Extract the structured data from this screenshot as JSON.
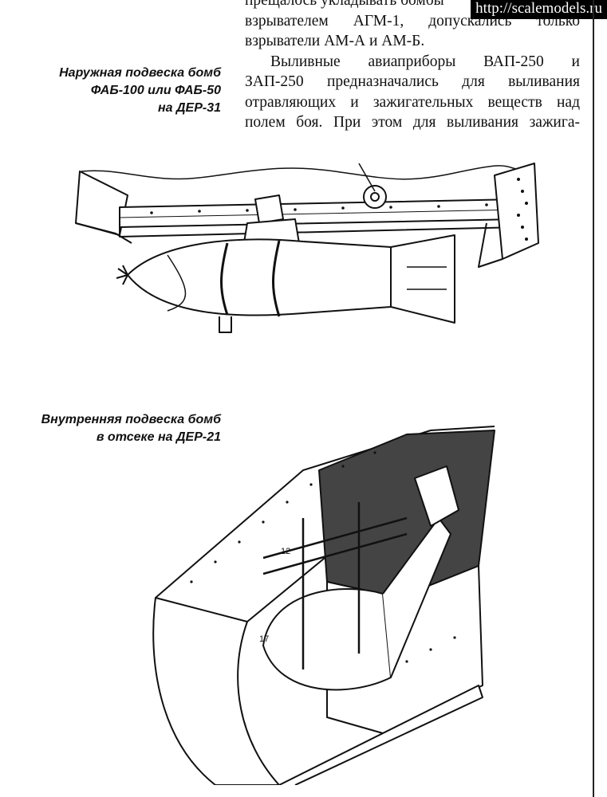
{
  "watermark": "http://scalemodels.ru",
  "body_text": {
    "line1": "прещалось укладывать бомбы",
    "line2": "взрывателем АГМ-1, допускались только",
    "line3": "взрыватели АМ-А и АМ-Б.",
    "line4": "Выливные авиаприборы ВАП-250 и",
    "line5": "ЗАП-250 предназначались для выливания",
    "line6": "отравляющих и зажигательных веществ над",
    "line7": "полем боя. При этом для выливания зажига-"
  },
  "captions": {
    "external": [
      "Наружная подвеска бомб",
      "ФАБ-100 или ФАБ-50",
      "на ДЕР-31"
    ],
    "internal": [
      "Внутренняя подвеска бомб",
      "в отсеке на ДЕР-21"
    ]
  },
  "figure_labels": {
    "label_12": "12",
    "label_17": "17"
  }
}
